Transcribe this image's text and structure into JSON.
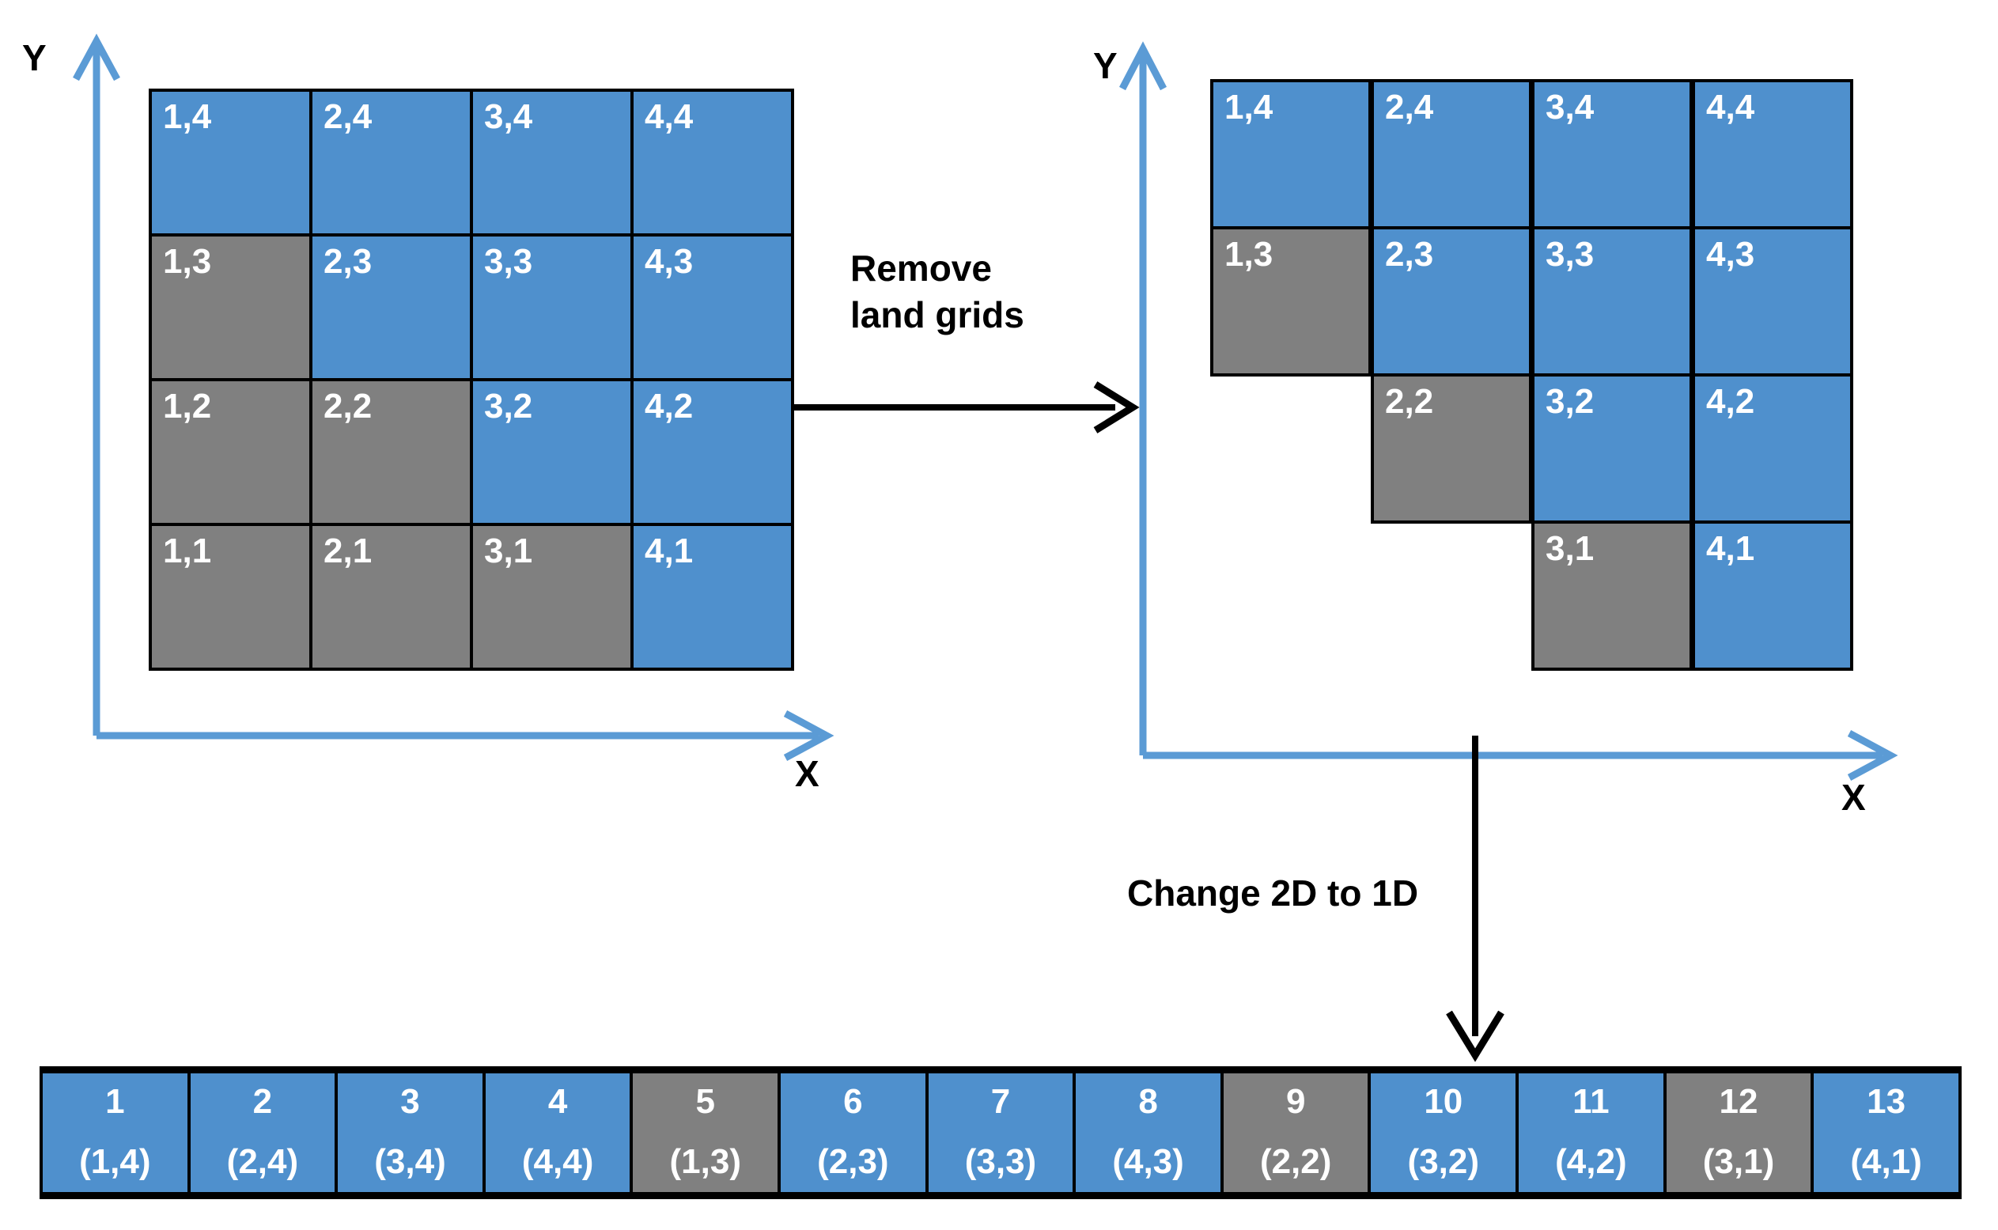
{
  "diagram": {
    "title_present": false,
    "colors": {
      "water": "#4f90cd",
      "land": "#808080",
      "axis": "#5b9bd5",
      "stroke": "#000000",
      "text_on_cell": "#ffffff"
    }
  },
  "left_panel": {
    "axis_y_label": "Y",
    "axis_x_label": "X",
    "grid": {
      "columns": 4,
      "rows": 4,
      "row_order_top_to_bottom": [
        4,
        3,
        2,
        1
      ],
      "cells": [
        [
          {
            "label": "1,4",
            "type": "water"
          },
          {
            "label": "2,4",
            "type": "water"
          },
          {
            "label": "3,4",
            "type": "water"
          },
          {
            "label": "4,4",
            "type": "water"
          }
        ],
        [
          {
            "label": "1,3",
            "type": "land"
          },
          {
            "label": "2,3",
            "type": "water"
          },
          {
            "label": "3,3",
            "type": "water"
          },
          {
            "label": "4,3",
            "type": "water"
          }
        ],
        [
          {
            "label": "1,2",
            "type": "land"
          },
          {
            "label": "2,2",
            "type": "land"
          },
          {
            "label": "3,2",
            "type": "water"
          },
          {
            "label": "4,2",
            "type": "water"
          }
        ],
        [
          {
            "label": "1,1",
            "type": "land"
          },
          {
            "label": "2,1",
            "type": "land"
          },
          {
            "label": "3,1",
            "type": "land"
          },
          {
            "label": "4,1",
            "type": "water"
          }
        ]
      ]
    }
  },
  "transition_1": {
    "caption": "Remove\nland grids"
  },
  "right_panel": {
    "axis_y_label": "Y",
    "axis_x_label": "X",
    "grid": {
      "columns": 4,
      "rows": 4,
      "cells": [
        [
          {
            "label": "1,4",
            "type": "water",
            "present": true
          },
          {
            "label": "2,4",
            "type": "water",
            "present": true
          },
          {
            "label": "3,4",
            "type": "water",
            "present": true
          },
          {
            "label": "4,4",
            "type": "water",
            "present": true
          }
        ],
        [
          {
            "label": "1,3",
            "type": "land",
            "present": true
          },
          {
            "label": "2,3",
            "type": "water",
            "present": true
          },
          {
            "label": "3,3",
            "type": "water",
            "present": true
          },
          {
            "label": "4,3",
            "type": "water",
            "present": true
          }
        ],
        [
          {
            "label": "",
            "type": "none",
            "present": false
          },
          {
            "label": "2,2",
            "type": "land",
            "present": true
          },
          {
            "label": "3,2",
            "type": "water",
            "present": true
          },
          {
            "label": "4,2",
            "type": "water",
            "present": true
          }
        ],
        [
          {
            "label": "",
            "type": "none",
            "present": false
          },
          {
            "label": "",
            "type": "none",
            "present": false
          },
          {
            "label": "3,1",
            "type": "land",
            "present": true
          },
          {
            "label": "4,1",
            "type": "water",
            "present": true
          }
        ]
      ]
    }
  },
  "transition_2": {
    "caption": "Change 2D to 1D"
  },
  "array_1d": {
    "count": 13,
    "cells": [
      {
        "index": "1",
        "coord": "(1,4)",
        "type": "water"
      },
      {
        "index": "2",
        "coord": "(2,4)",
        "type": "water"
      },
      {
        "index": "3",
        "coord": "(3,4)",
        "type": "water"
      },
      {
        "index": "4",
        "coord": "(4,4)",
        "type": "water"
      },
      {
        "index": "5",
        "coord": "(1,3)",
        "type": "land"
      },
      {
        "index": "6",
        "coord": "(2,3)",
        "type": "water"
      },
      {
        "index": "7",
        "coord": "(3,3)",
        "type": "water"
      },
      {
        "index": "8",
        "coord": "(4,3)",
        "type": "water"
      },
      {
        "index": "9",
        "coord": "(2,2)",
        "type": "land"
      },
      {
        "index": "10",
        "coord": "(3,2)",
        "type": "water"
      },
      {
        "index": "11",
        "coord": "(4,2)",
        "type": "water"
      },
      {
        "index": "12",
        "coord": "(3,1)",
        "type": "land"
      },
      {
        "index": "13",
        "coord": "(4,1)",
        "type": "water"
      }
    ]
  }
}
